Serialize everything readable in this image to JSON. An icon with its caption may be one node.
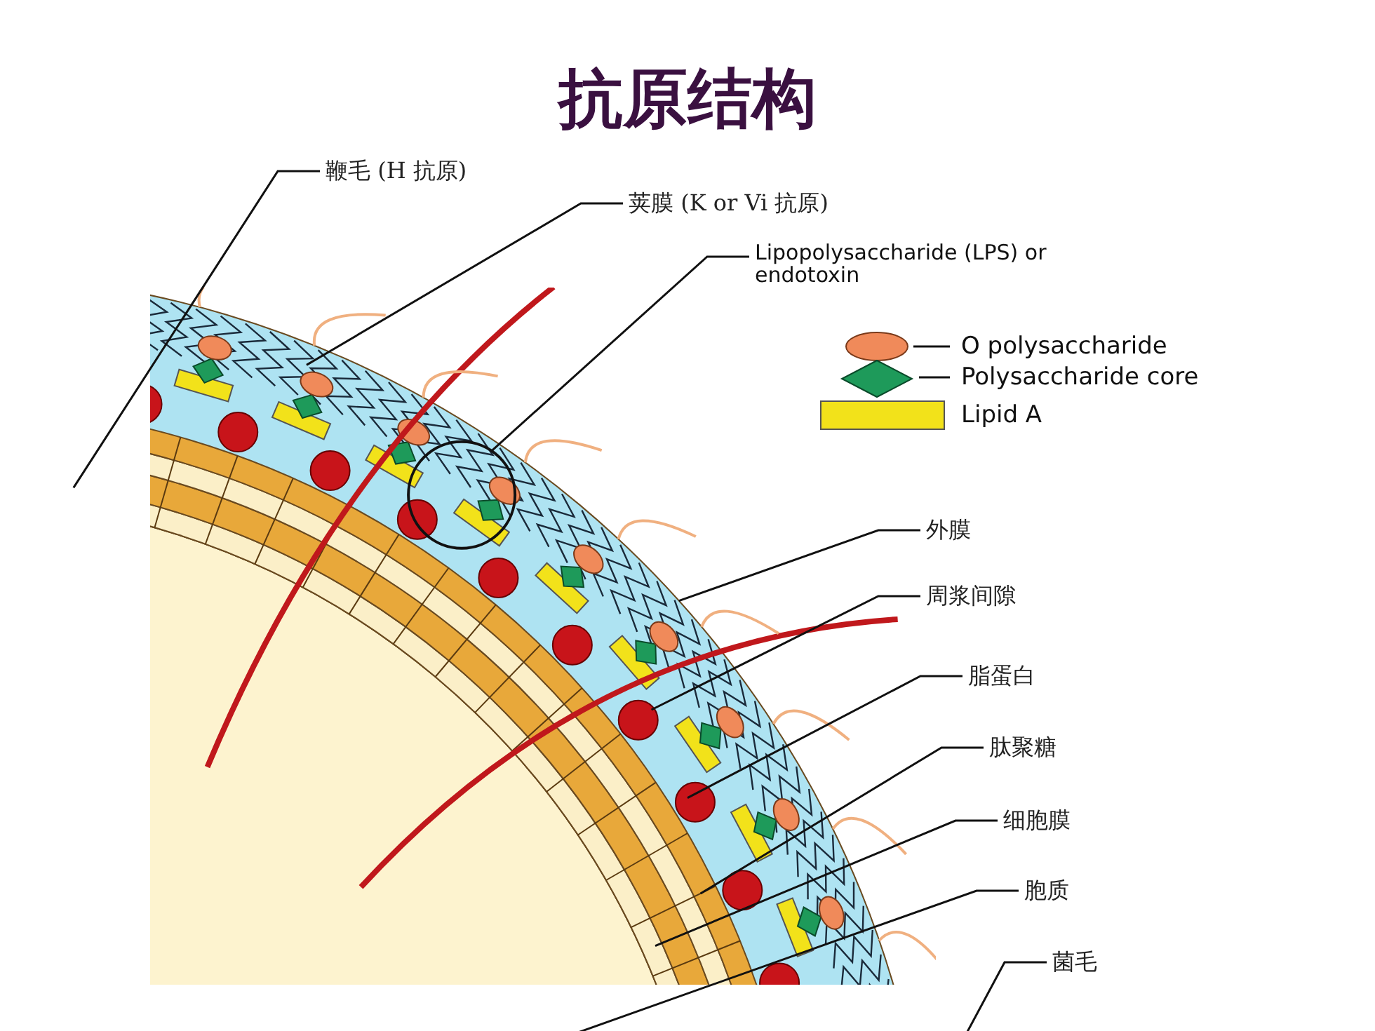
{
  "diagram": {
    "title": "抗原结构",
    "nodes": [
      {
        "text": [
          "鞭毛 (H 抗原)"
        ]
      },
      {
        "text": [
          "荚膜 (K or Vi 抗原)"
        ]
      },
      {
        "text": [
          "Lipopolysaccharide (LPS) or endotoxin"
        ]
      },
      {
        "text": [],
        "shape": "circle"
      },
      {
        "text": [
          "外膜"
        ]
      },
      {
        "text": [
          "周浆间隙"
        ]
      },
      {
        "text": [
          "脂蛋白"
        ]
      },
      {
        "text": [
          "肽聚糖"
        ]
      },
      {
        "text": [
          "细胞膜"
        ]
      },
      {
        "text": [
          "胞质"
        ]
      },
      {
        "text": [
          "菌毛"
        ]
      }
    ],
    "edges": [
      {
        "from": 0,
        "to": null,
        "arrow": "none"
      },
      {
        "from": 1,
        "to": null,
        "arrow": "none"
      },
      {
        "from": 2,
        "to": 3,
        "arrow": "none"
      },
      {
        "from": 4,
        "to": null,
        "arrow": "none"
      },
      {
        "from": 5,
        "to": null,
        "arrow": "none"
      },
      {
        "from": 6,
        "to": null,
        "arrow": "none"
      },
      {
        "from": 7,
        "to": null,
        "arrow": "none"
      },
      {
        "from": 8,
        "to": null,
        "arrow": "none"
      },
      {
        "from": 9,
        "to": null,
        "arrow": "none"
      },
      {
        "from": 10,
        "to": null,
        "arrow": "none"
      }
    ],
    "legend": [
      {
        "text": "O polysaccharide"
      },
      {
        "text": "Polysaccharide core"
      },
      {
        "text": "Lipid A"
      }
    ]
  }
}
